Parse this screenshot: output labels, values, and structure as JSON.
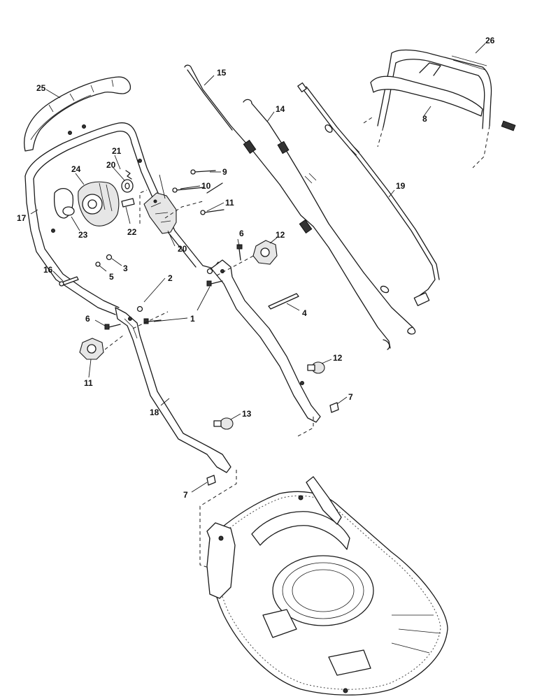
{
  "callouts": [
    {
      "id": "c1",
      "text": "1"
    },
    {
      "id": "c2",
      "text": "2"
    },
    {
      "id": "c3",
      "text": "3"
    },
    {
      "id": "c4",
      "text": "4"
    },
    {
      "id": "c5",
      "text": "5"
    },
    {
      "id": "c6a",
      "text": "6"
    },
    {
      "id": "c6b",
      "text": "6"
    },
    {
      "id": "c7a",
      "text": "7"
    },
    {
      "id": "c7b",
      "text": "7"
    },
    {
      "id": "c8",
      "text": "8"
    },
    {
      "id": "c9",
      "text": "9"
    },
    {
      "id": "c10",
      "text": "10"
    },
    {
      "id": "c11a",
      "text": "11"
    },
    {
      "id": "c11b",
      "text": "11"
    },
    {
      "id": "c12a",
      "text": "12"
    },
    {
      "id": "c12b",
      "text": "12"
    },
    {
      "id": "c13",
      "text": "13"
    },
    {
      "id": "c14",
      "text": "14"
    },
    {
      "id": "c15",
      "text": "15"
    },
    {
      "id": "c16",
      "text": "16"
    },
    {
      "id": "c17",
      "text": "17"
    },
    {
      "id": "c18",
      "text": "18"
    },
    {
      "id": "c19",
      "text": "19"
    },
    {
      "id": "c20a",
      "text": "20"
    },
    {
      "id": "c20b",
      "text": "20"
    },
    {
      "id": "c21",
      "text": "21"
    },
    {
      "id": "c22",
      "text": "22"
    },
    {
      "id": "c23",
      "text": "23"
    },
    {
      "id": "c24",
      "text": "24"
    },
    {
      "id": "c25",
      "text": "25"
    },
    {
      "id": "c26",
      "text": "26"
    }
  ]
}
